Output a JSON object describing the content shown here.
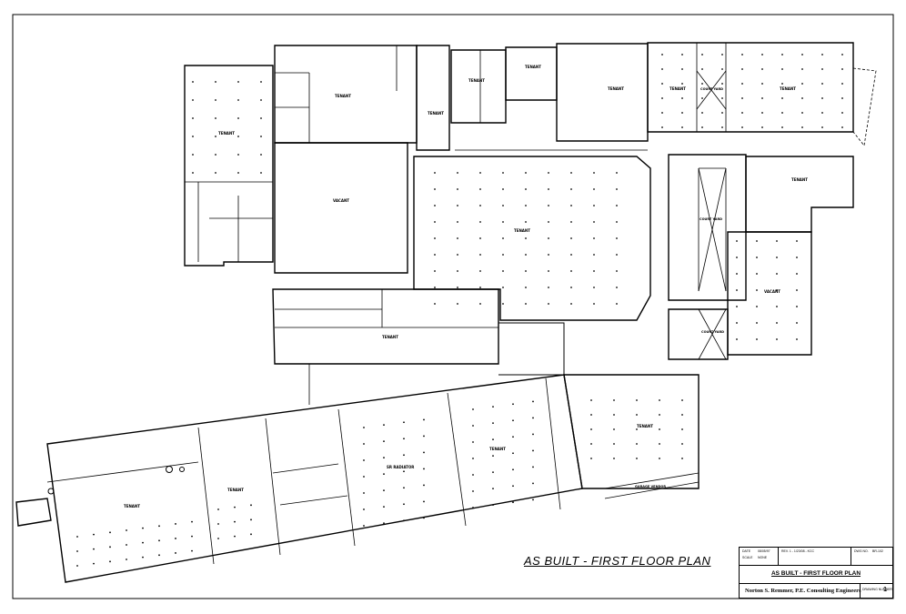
{
  "drawing": {
    "plan_title": "AS BUILT - FIRST FLOOR PLAN",
    "line_color": "#000000",
    "background": "#ffffff"
  },
  "room_labels": {
    "tenant": "TENANT",
    "court_yard": "COURT YARD",
    "sr_radiator": "SR RADIATOR",
    "vacant": "VACANT",
    "garage_vendor": "GARAGE VENDOR"
  },
  "title_block": {
    "date_label": "DATE",
    "date_value": "08/05/97",
    "scale_label": "SCALE",
    "scale_value": "NONE",
    "revision": "REV. 1 - 1/23/08 - KCC",
    "drawing_no_label": "DWG NO.",
    "drawing_no": "BR-102",
    "title": "AS BUILT - FIRST FLOOR PLAN",
    "firm": "Norton S. Remmer, P.E. Consulting Engineers",
    "sheet_label": "DRAWING NUMBER",
    "sheet_number": "1"
  }
}
